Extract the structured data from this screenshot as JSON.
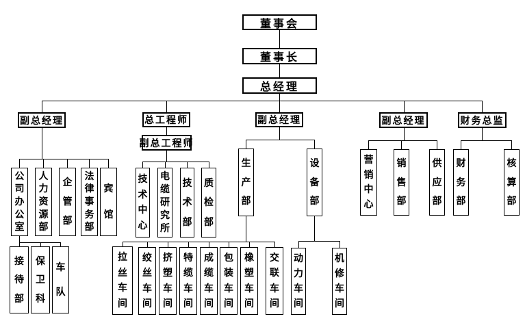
{
  "diagram_type": "organizational-chart",
  "colors": {
    "line": "#000000",
    "box_fill": "#ffffff",
    "text": "#000000",
    "background": "#ffffff"
  },
  "nodes": {
    "board": "董事会",
    "chairman": "董事长",
    "general_manager": "总经理",
    "vgm_admin": "副总经理",
    "chief_engineer": "总工程师",
    "deputy_chief_engineer": "副总工程师",
    "vgm_production": "副总经理",
    "vgm_marketing": "副总经理",
    "finance_director": "财务总监",
    "company_office": "公司办公室",
    "human_resources": "人力资源部",
    "enterprise_management": "企管部",
    "legal_affairs": "法律事务部",
    "hotel": "宾馆",
    "reception": "接待部",
    "security": "保卫科",
    "motor_fleet": "车队",
    "tech_center": "技术中心",
    "cable_research_institute": "电缆研究所",
    "technology_dept": "技术部",
    "quality_inspection": "质检部",
    "production_dept": "生产部",
    "equipment_dept": "设备部",
    "wire_drawing": "拉丝车间",
    "wire_stranding": "绞丝车间",
    "extrusion": "挤塑车间",
    "special_cable": "特缆车间",
    "cabling": "成缆车间",
    "packaging": "包装车间",
    "rubber_plastic": "橡塑车间",
    "crosslinking": "交联车间",
    "power_workshop": "动力车间",
    "machine_repair": "机修车间",
    "marketing_center": "营销中心",
    "sales_dept": "销售部",
    "supply_dept": "供应部",
    "finance_dept": "财务部",
    "accounting_dept": "核算部"
  }
}
